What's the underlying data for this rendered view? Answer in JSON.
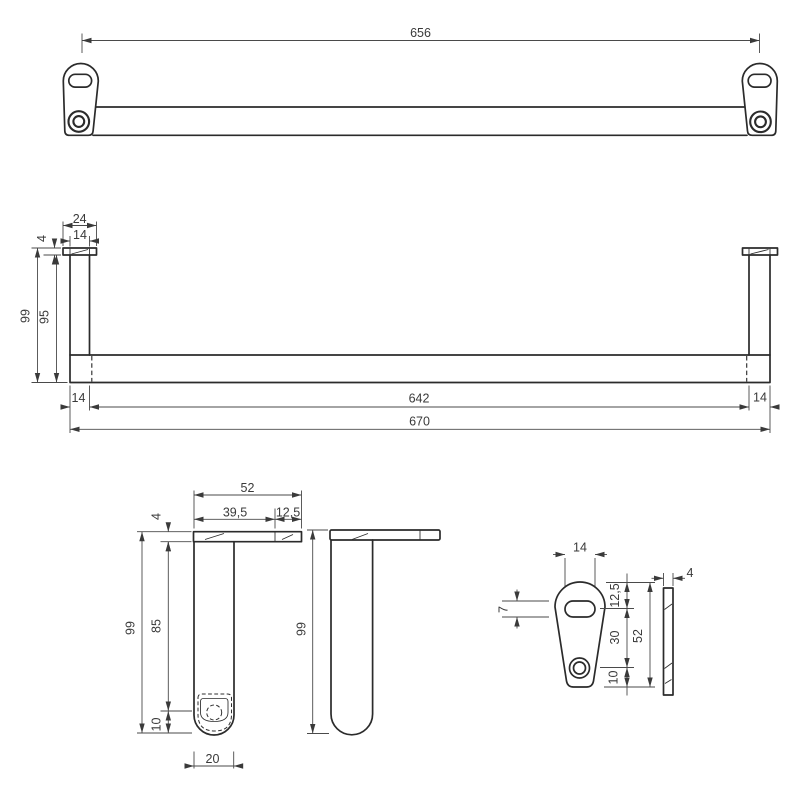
{
  "drawing": {
    "colors": {
      "background": "#ffffff",
      "object_line": "#2b2b2b",
      "dim_line": "#4a4a4a",
      "text": "#3a3a3a"
    },
    "top_view": {
      "dims": {
        "center_span": "656"
      }
    },
    "front_view": {
      "dims": {
        "flange_width": "24",
        "leg_width": "14",
        "flange_thickness": "4",
        "total_height": "99",
        "leg_height": "95",
        "left_leg": "14",
        "inner_span": "642",
        "right_leg": "14",
        "overall_length": "670"
      }
    },
    "side_view_a": {
      "dims": {
        "flange_depth": "52",
        "front_depth": "39,5",
        "rear_depth": "12,5",
        "flange_thickness": "4",
        "total_height": "99",
        "body_height": "85",
        "hole_offset": "10",
        "leg_depth": "20"
      }
    },
    "side_view_b": {
      "dims": {
        "total_height": "99"
      }
    },
    "bracket_face": {
      "dims": {
        "slot_width": "14",
        "slot_height": "7",
        "top_to_slot": "12,5",
        "slot_to_hole": "30",
        "hole_to_bottom": "10",
        "total_height": "52"
      }
    },
    "bracket_side": {
      "dims": {
        "thickness": "4"
      }
    }
  }
}
